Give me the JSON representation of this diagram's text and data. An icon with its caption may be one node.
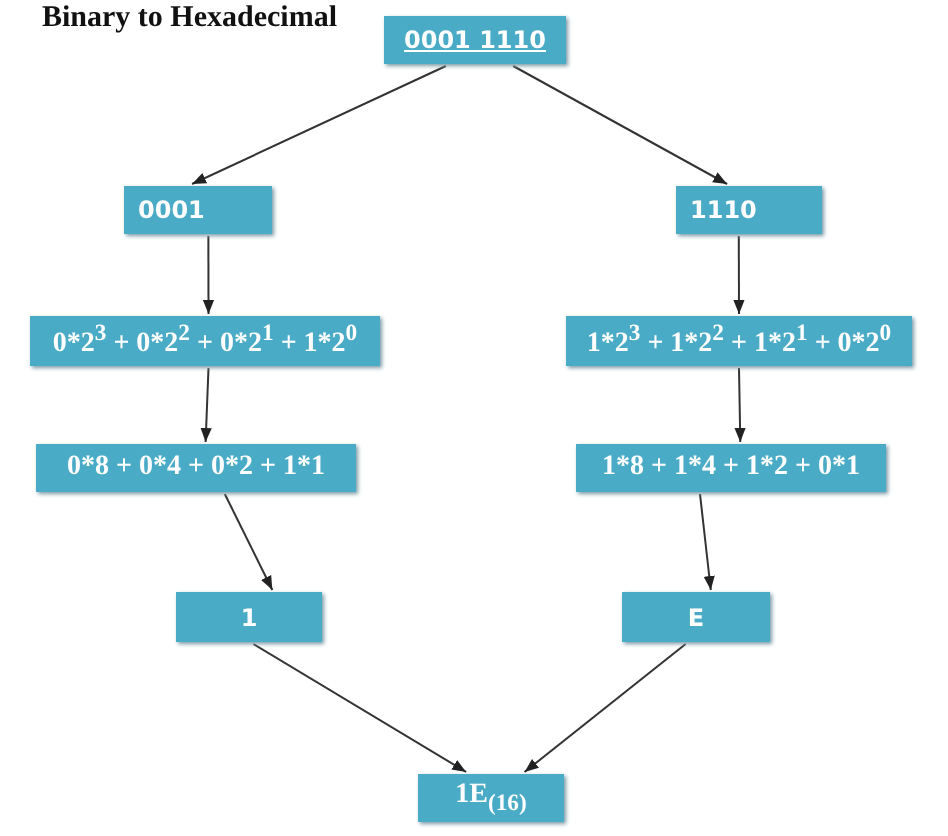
{
  "diagram": {
    "title": "Binary to Hexadecimal",
    "nodes": [
      {
        "text": [
          "0001 1110"
        ]
      },
      {
        "text": [
          "0001"
        ]
      },
      {
        "text": [
          "1110"
        ]
      },
      {
        "text": [
          "0*2$^{3}$ + 0*2$^{2}$ + 0*2$^{1}$ + 1*2$^{0}$"
        ]
      },
      {
        "text": [
          "1*2$^{3}$ + 1*2$^{2}$ + 1*2$^{1}$ + 0*2$^{0}$"
        ]
      },
      {
        "text": [
          "0*8 + 0*4 + 0*2 + 1*1"
        ]
      },
      {
        "text": [
          "1*8 + 1*4 + 1*2 + 0*1"
        ]
      },
      {
        "text": [
          "1"
        ]
      },
      {
        "text": [
          "E"
        ]
      },
      {
        "text": [
          "1E$_{(16)}$"
        ]
      }
    ],
    "edges": [
      {
        "from": 0,
        "to": 1,
        "arrow": "to"
      },
      {
        "from": 0,
        "to": 2,
        "arrow": "to"
      },
      {
        "from": 1,
        "to": 3,
        "arrow": "to"
      },
      {
        "from": 2,
        "to": 4,
        "arrow": "to"
      },
      {
        "from": 3,
        "to": 5,
        "arrow": "to"
      },
      {
        "from": 4,
        "to": 6,
        "arrow": "to"
      },
      {
        "from": 5,
        "to": 7,
        "arrow": "to"
      },
      {
        "from": 6,
        "to": 8,
        "arrow": "to"
      },
      {
        "from": 7,
        "to": 9,
        "arrow": "to"
      },
      {
        "from": 8,
        "to": 9,
        "arrow": "to"
      }
    ]
  }
}
